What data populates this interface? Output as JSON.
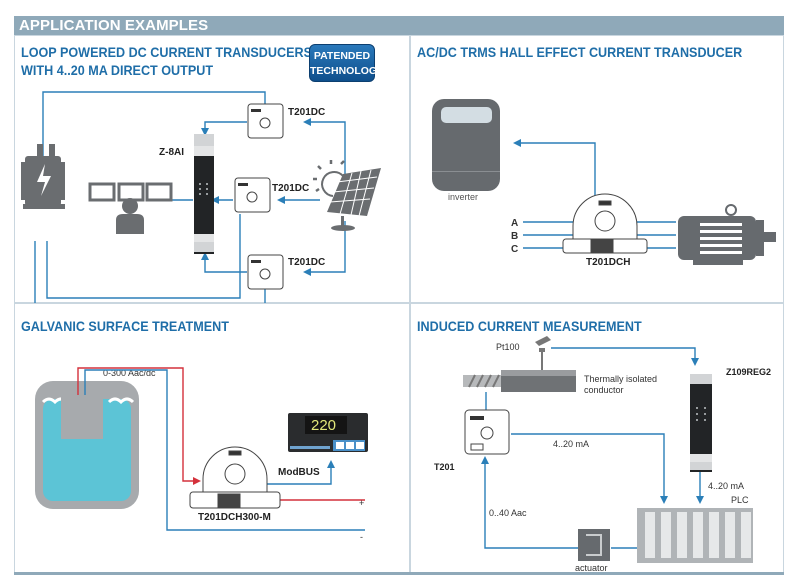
{
  "header": {
    "title": "APPLICATION EXAMPLES"
  },
  "colors": {
    "header_bg": "#8fa9b9",
    "title_blue": "#1f6ea8",
    "wire_blue": "#2b7fb8",
    "wire_red": "#d4313b",
    "device_gray": "#666a6e"
  },
  "panels": [
    {
      "title_line1": "LOOP POWERED DC CURRENT TRANSDUCERS",
      "title_line2": "WITH 4..20 MA DIRECT OUTPUT",
      "badge_line1": "PATENDED",
      "badge_line2": "TECHNOLOGY",
      "labels": {
        "module": "Z-8AI",
        "transducer_top": "T201DC",
        "transducer_mid": "T201DC",
        "transducer_bot": "T201DC"
      },
      "icons": [
        "transformer-icon",
        "monitors-icon",
        "operator-icon",
        "din-module-icon",
        "transducer-icon",
        "sun-icon",
        "solar-panel-icon"
      ]
    },
    {
      "title": "AC/DC TRMS HALL EFFECT CURRENT TRANSDUCER",
      "labels": {
        "inverter": "inverter",
        "phase_a": "A",
        "phase_b": "B",
        "phase_c": "C",
        "transducer": "T201DCH"
      },
      "icons": [
        "inverter-icon",
        "hall-transducer-icon",
        "motor-icon"
      ]
    },
    {
      "title": "GALVANIC SURFACE TREATMENT",
      "labels": {
        "range": "0-300 Aac/dc",
        "bus": "ModBUS",
        "transducer": "T201DCH300-M",
        "plus": "+",
        "minus": "-"
      },
      "display": {
        "value": "220"
      },
      "icons": [
        "tank-icon",
        "panel-meter-icon",
        "hall-transducer-icon"
      ]
    },
    {
      "title": "INDUCED CURRENT MEASUREMENT",
      "labels": {
        "sensor": "Pt100",
        "conductor_line1": "Thermally isolated",
        "conductor_line2": "conductor",
        "regulator": "Z109REG2",
        "transducer": "T201",
        "signal1": "4..20 mA",
        "signal2": "4..20 mA",
        "input_range": "0..40 Aac",
        "plc": "PLC",
        "actuator": "actuator"
      },
      "icons": [
        "pt100-probe-icon",
        "conductor-icon",
        "din-module-icon",
        "transducer-icon",
        "plc-icon",
        "actuator-icon"
      ]
    }
  ]
}
